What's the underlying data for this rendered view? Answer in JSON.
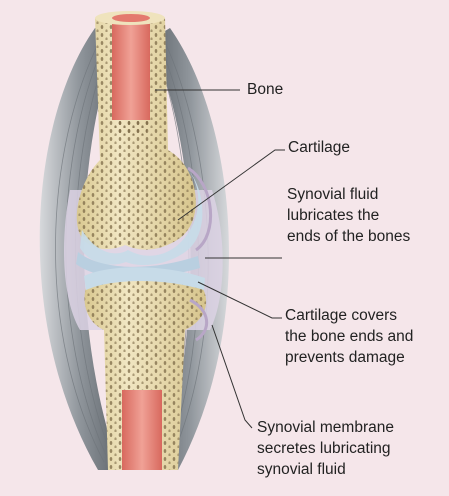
{
  "labels": {
    "bone": "Bone",
    "cartilage": "Cartilage",
    "synovial_fluid": "Synovial fluid\nlubricates the\nends of the bones",
    "cartilage_covers": "Cartilage covers\nthe bone ends and\nprevents damage",
    "synovial_membrane": "Synovial membrane\nsecretes lubricating\nsynovial fluid"
  },
  "colors": {
    "background": "#f5e6ea",
    "bone": "#eadcae",
    "marrow": "#e8857a",
    "cartilage": "#c9dbe6",
    "synovial_fluid": "#d9cfe0",
    "ligament": "#9aa0a6",
    "leader_line": "#333333"
  }
}
